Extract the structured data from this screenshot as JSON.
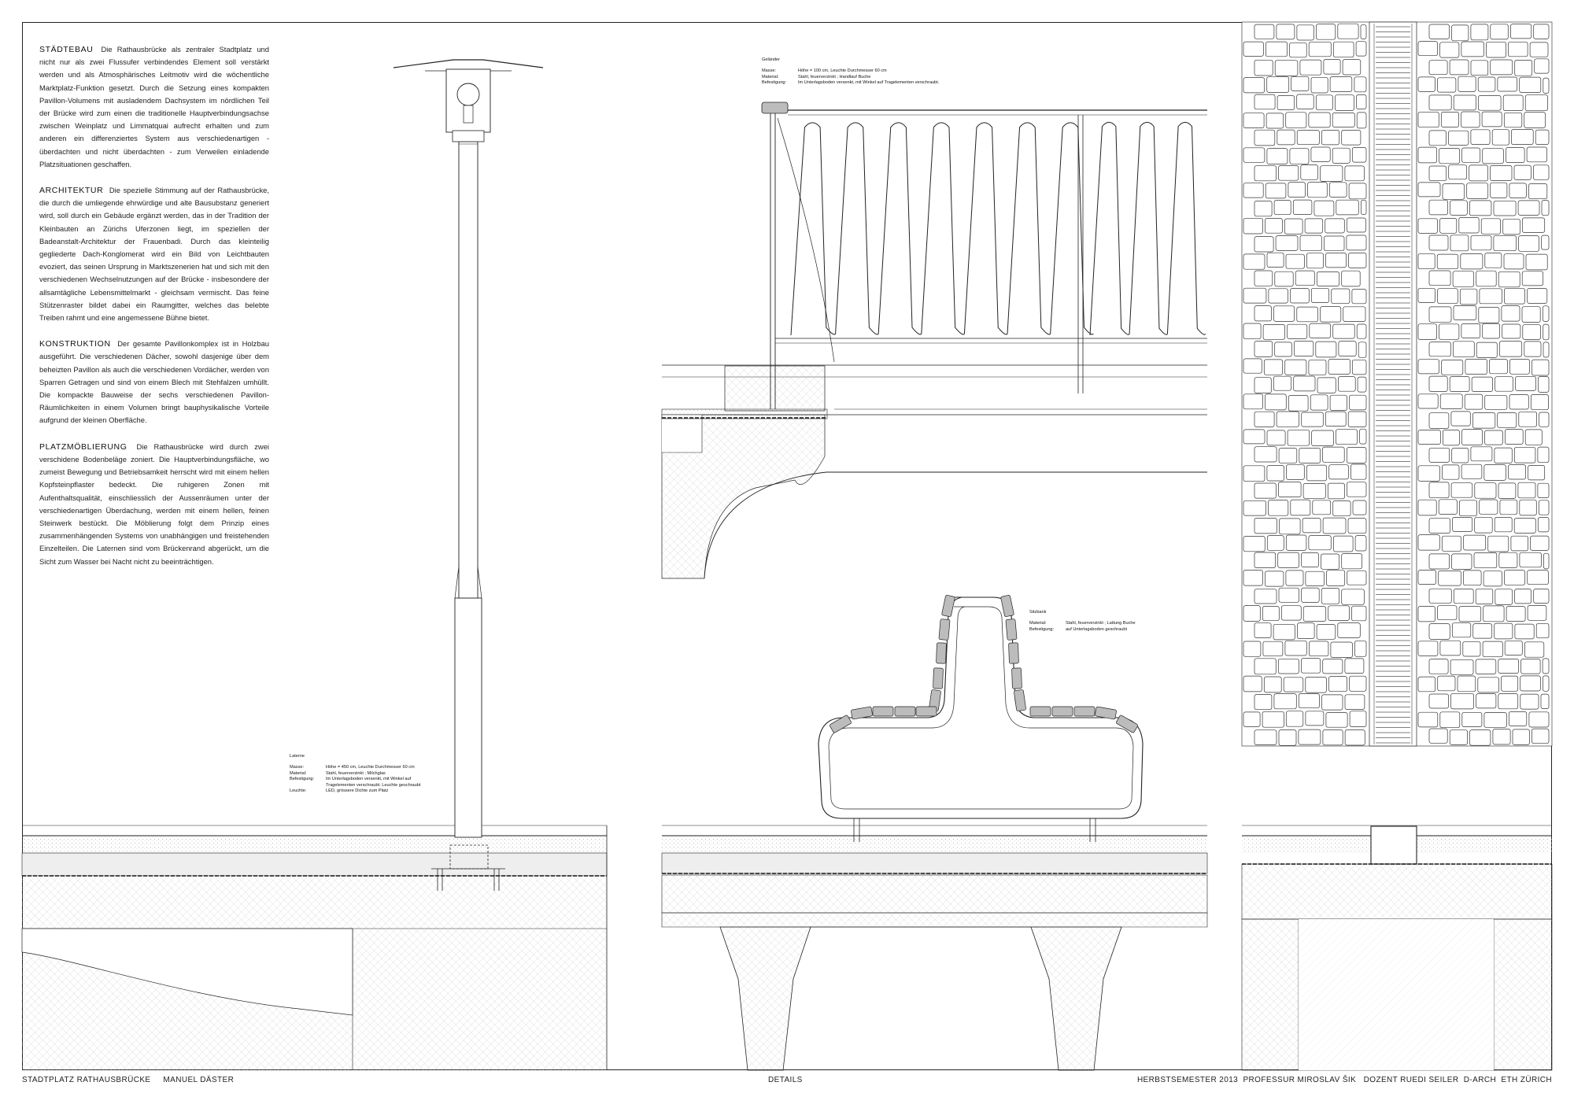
{
  "essay": [
    {
      "heading": "STÄDTEBAU",
      "body": "Die Rathausbrücke als zentraler Stadtplatz und nicht nur als zwei Flussufer verbindendes Element soll verstärkt werden und als Atmosphärisches Leitmotiv wird die wöchentliche Marktplatz-Funktion gesetzt. Durch die Setzung eines kompakten Pavillon-Volumens mit ausladendem Dachsystem im nördlichen Teil der Brücke wird zum einen die traditionelle Hauptverbindungsachse zwischen Weinplatz und Limmatquai aufrecht erhalten und zum anderen ein differenziertes System aus verschiedenartigen - überdachten und nicht überdachten - zum Verweilen einladende Platzsituationen geschaffen."
    },
    {
      "heading": "ARCHITEKTUR",
      "body": "Die spezielle Stimmung auf der Rathausbrücke, die durch die umliegende ehrwürdige und alte Bausubstanz generiert wird, soll durch ein Gebäude ergänzt werden, das in der Tradition der Kleinbauten an Zürichs Uferzonen liegt, im speziellen der Badeanstalt-Architektur der Frauenbadi. Durch das kleinteilig gegliederte Dach-Konglomerat wird ein Bild von Leichtbauten evoziert, das seinen Ursprung in Marktszenerien hat und sich mit den verschiedenen Wechselnutzungen auf der Brücke - insbesondere der allsamtägliche Lebensmittelmarkt - gleichsam vermischt. Das feine Stützenraster bildet dabei ein Raumgitter, welches das belebte Treiben rahmt und eine angemessene Bühne bietet."
    },
    {
      "heading": "KONSTRUKTION",
      "body": "Der gesamte Pavillonkomplex ist in Holzbau ausgeführt. Die verschiedenen Dächer, sowohl dasjenige über dem beheizten Pavillon als auch die verschiedenen Vordächer, werden von Sparren Getragen und sind von einem Blech mit Stehfalzen umhüllt. Die kompackte Bauweise der sechs verschiedenen Pavillon-Räumlichkeiten in einem Volumen bringt bauphysikalische Vorteile aufgrund der kleinen Oberfläche."
    },
    {
      "heading": "PLATZMÖBLIERUNG",
      "body": "Die Rathausbrücke wird durch zwei verschidene Bodenbeläge zoniert. Die Hauptverbindungsfläche, wo zumeist Bewegung und Betriebsamkeit herrscht wird mit einem hellen Kopfsteinpflaster bedeckt. Die ruhigeren Zonen mit Aufenthaltsqualität, einschliesslich der Aussenräumen unter der verschiedenartigen Überdachung, werden mit einem hellen, feinen Steinwerk bestückt. Die Möblierung folgt dem Prinzip eines zusammenhängenden Systems von unabhängigen und freistehenden Einzelteilen. Die Laternen sind vom Brückenrand abgerückt, um die Sicht zum Wasser bei Nacht nicht zu beeinträchtigen."
    }
  ],
  "specs": {
    "lamp": {
      "title": "Laterne",
      "rows": [
        {
          "key": "Masse:",
          "value": "Höhe = 450 cm, Leuchte Durchmesser 60 cm"
        },
        {
          "key": "Material:",
          "value": "Stahl, feuerverzinkt ; Milchglas"
        },
        {
          "key": "Befestigung:",
          "value": "Im Unterlagsboden versenkt, mit Winkel auf"
        },
        {
          "key": "",
          "value": "Tragelementen verschraubt. Leuchte geschraubt"
        },
        {
          "key": "Leuchte:",
          "value": "LED, grössere Dichte zum Platz"
        }
      ]
    },
    "railing": {
      "title": "Geländer",
      "rows": [
        {
          "key": "Masse:",
          "value": "Höhe = 100 cm, Leuchte Durchmesser 60 cm"
        },
        {
          "key": "Material:",
          "value": "Stahl, feuerverzinkt ; Handlauf Buche"
        },
        {
          "key": "Befestigung:",
          "value": "Im Unterlagsboden versenkt, mit Winkel auf Tragelementen verschraubt."
        }
      ]
    },
    "bench": {
      "title": "Sitzbank",
      "rows": [
        {
          "key": "Material:",
          "value": "Stahl, feuerverzinkt ; Lattung Buche"
        },
        {
          "key": "Befestigung:",
          "value": "auf Unterlagsboden geschraubt"
        }
      ]
    }
  },
  "footer": {
    "left": "STADTPLATZ RATHAUSBRÜCKE     MANUEL DÄSTER",
    "center": "DETAILS",
    "right": "HERBSTSEMESTER 2013  PROFESSUR MIROSLAV ŠIK   DOZENT RUEDI SEILER  D-ARCH  ETH ZÜRICH"
  },
  "colors": {
    "line": "#222222",
    "hatch": "#bdbdbd",
    "fill": "#eeeeee",
    "pad": "#bcbcbc"
  }
}
